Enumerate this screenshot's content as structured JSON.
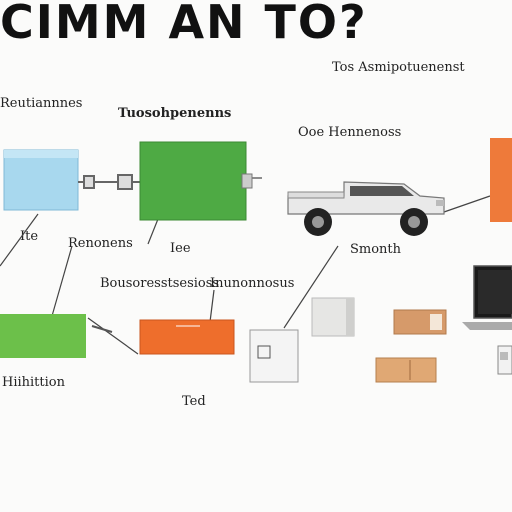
{
  "title": "CIMM AN TO?",
  "colors": {
    "blue_box": "#a8d8ee",
    "green_box": "#4eaa44",
    "light_green_box": "#6cc04a",
    "orange_box": "#ee6e2c",
    "orange_tall": "#ee7a3a",
    "connector": "#444444"
  },
  "labels": {
    "top_right": "Tos Asmipotuenenst",
    "left_top": "Reutiannnes",
    "center_top": "Tuosohpenenns",
    "right_top": "Ooe Hennenoss",
    "left_mid_short": "Ite",
    "left_mid_long": "Renonens",
    "center_mid": "Iee",
    "truck_caption": "Smonth",
    "row_label_left": "Bousoresstsesioss",
    "row_label_right": "Inunonnosus",
    "bottom_left": "Hiihittion",
    "bottom_center": "Ted"
  },
  "icons": {
    "truck": "pickup-truck-icon",
    "laptop": "laptop-icon",
    "printer": "printer-icon",
    "phone": "phone-icon",
    "box": "cardboard-box-icon",
    "cable": "cable-connector-icon"
  }
}
